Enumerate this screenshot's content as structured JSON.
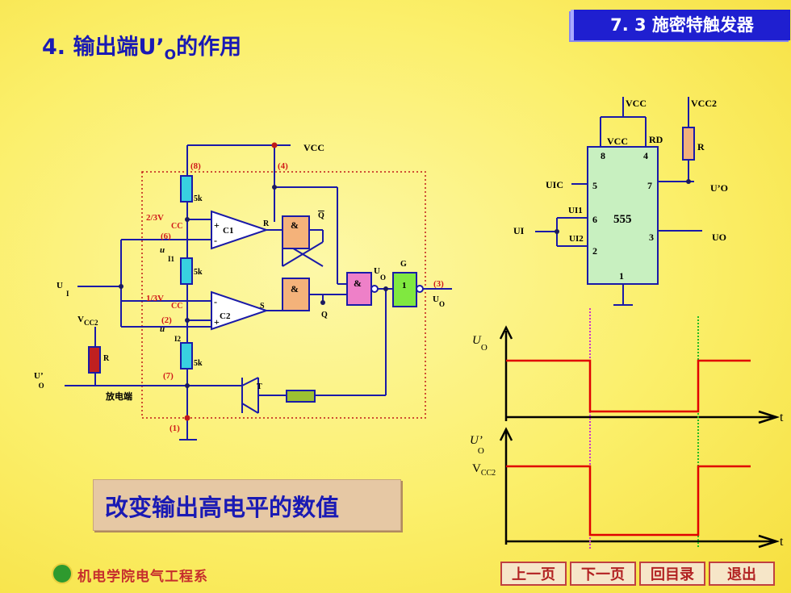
{
  "header": {
    "section_title": "7. 3 施密特触发器"
  },
  "heading": {
    "prefix": "4.  输出端U’",
    "sub": "O",
    "suffix": "的作用"
  },
  "note": "改变输出高电平的数值",
  "footer": {
    "department": "机电学院电气工程系"
  },
  "nav": {
    "prev": "上一页",
    "next": "下一页",
    "toc": "回目录",
    "exit": "退出"
  },
  "circuit_555": {
    "vcc": "VCC",
    "vcc2": "VCC2",
    "pin8_label": "VCC",
    "rd": "RD",
    "r": "R",
    "pin8": "8",
    "pin4": "4",
    "pin5": "5",
    "pin7": "7",
    "pin6": "6",
    "chip": "555",
    "pin3": "3",
    "pin2": "2",
    "pin1": "1",
    "uic": "UIC",
    "ui1": "UI1",
    "ui2": "UI2",
    "ui": "UI",
    "uo_prime": "U’O",
    "uo": "UO"
  },
  "internal": {
    "vcc": "VCC",
    "p8": "(8)",
    "p4": "(4)",
    "r1": "5k",
    "r2": "5k",
    "r3": "5k",
    "v23": "2/3V",
    "cc1": "CC",
    "p6": "(6)",
    "u_i1": "u",
    "i1": "I1",
    "c1": "C1",
    "plus1": "+",
    "minus1": "-",
    "v13": "1/3V",
    "cc2": "CC",
    "p2": "(2)",
    "u_i2": "u",
    "i2": "I2",
    "c2": "C2",
    "plus2": "+",
    "minus2": "-",
    "r_in": "R",
    "s_in": "S",
    "amp1": "&",
    "amp2": "&",
    "amp3": "&",
    "q_bar": "Q",
    "q": "Q",
    "uo_bar": "U",
    "uo_bar_sub": "O",
    "g": "G",
    "one": "1",
    "p3": "(3)",
    "uo_out": "U",
    "uo_out_sub": "O",
    "ui": "U",
    "ui_sub": "I",
    "vcc2": "V",
    "vcc2_sub": "CC2",
    "r_ext": "R",
    "uo_prime": "U’",
    "uo_prime_sub": "O",
    "p7": "(7)",
    "discharge": "放电端",
    "t": "T",
    "p1": "(1)"
  },
  "waveforms": {
    "top_label": "U",
    "top_label_sub": "O",
    "bottom_label": "U’",
    "bottom_label_sub": "O",
    "vcc2": "V",
    "vcc2_sub": "CC2",
    "t1": "t",
    "t2": "t",
    "line_color": "#e00000",
    "marker1_color": "#cc33cc",
    "marker2_color": "#22bb22"
  }
}
